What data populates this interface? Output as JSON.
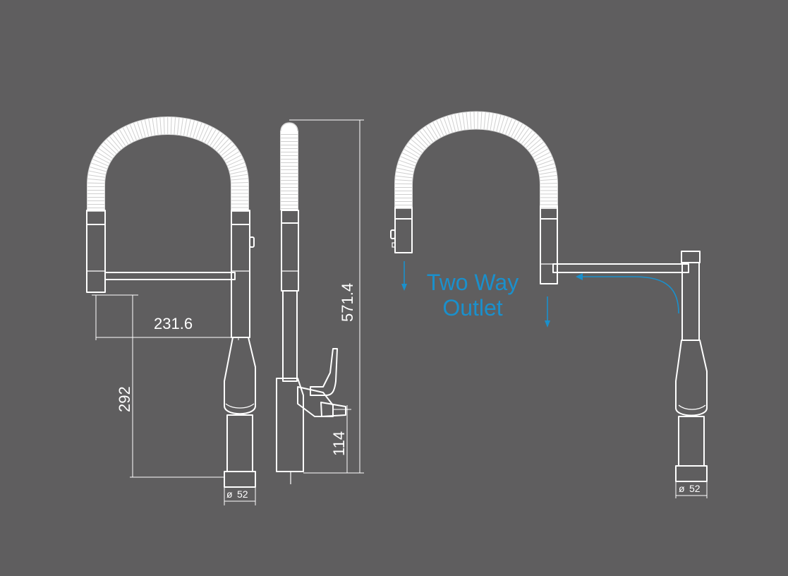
{
  "drawing": {
    "front_view": {
      "spout_reach": "231.6",
      "spout_height": "292",
      "base_diameter_symbol": "ø",
      "base_diameter": "52"
    },
    "side_view": {
      "overall_height": "571.4",
      "lever_height": "114"
    },
    "flow_view": {
      "outlet_label_line1": "Two Way",
      "outlet_label_line2": "Outlet",
      "base_diameter_symbol": "ø",
      "base_diameter": "52"
    },
    "colors": {
      "background": "#5f5e5f",
      "line": "#ffffff",
      "flow_arrow": "#1a90cc"
    }
  }
}
